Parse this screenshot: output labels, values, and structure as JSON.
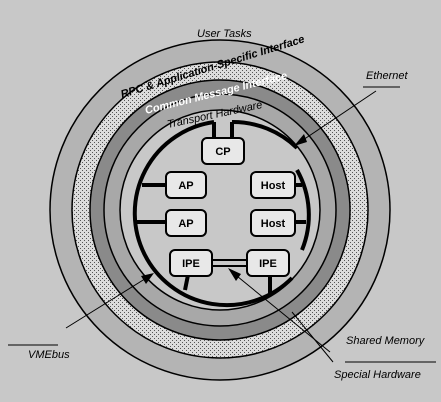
{
  "rings": {
    "user_tasks": "User Tasks",
    "rpc": "RPC & Application-Specific Interface",
    "common_message": "Common Message Interface",
    "transport": "Transport Hardware"
  },
  "nodes": {
    "cp": "CP",
    "ap_top": "AP",
    "ap_bottom": "AP",
    "host_top": "Host",
    "host_bottom": "Host",
    "ipe_left": "IPE",
    "ipe_right": "IPE"
  },
  "callouts": {
    "ethernet": "Ethernet",
    "vmebus": "VMEbus",
    "shared_memory": "Shared Memory",
    "special_hardware": "Special Hardware"
  },
  "colors": {
    "background": "#c8c8c8",
    "outer_ring": "#b4b4b4",
    "dotted_ring": "#d8d8d8",
    "common_ring": "#8a8a8a",
    "transport_ring": "#a8a8a8",
    "inner_area": "#c8c8c8"
  }
}
